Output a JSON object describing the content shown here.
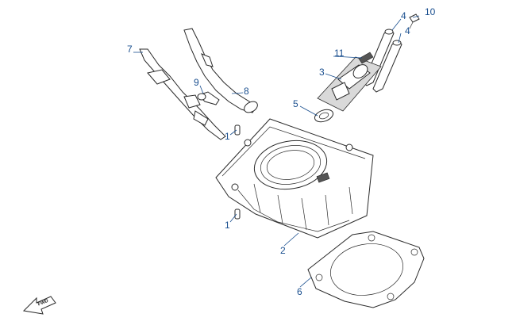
{
  "diagram": {
    "callouts": [
      {
        "id": "c10",
        "label": "10"
      },
      {
        "id": "c4a",
        "label": "4"
      },
      {
        "id": "c4b",
        "label": "4"
      },
      {
        "id": "c11",
        "label": "11"
      },
      {
        "id": "c3",
        "label": "3"
      },
      {
        "id": "c7",
        "label": "7"
      },
      {
        "id": "c9",
        "label": "9"
      },
      {
        "id": "c8",
        "label": "8"
      },
      {
        "id": "c5",
        "label": "5"
      },
      {
        "id": "c1a",
        "label": "1"
      },
      {
        "id": "c1b",
        "label": "1"
      },
      {
        "id": "c2",
        "label": "2"
      },
      {
        "id": "c6",
        "label": "6"
      }
    ],
    "direction_badge": "FWD"
  },
  "colors": {
    "callout": "#1a4f8f",
    "line": "#2a2a2a",
    "background": "#ffffff"
  }
}
